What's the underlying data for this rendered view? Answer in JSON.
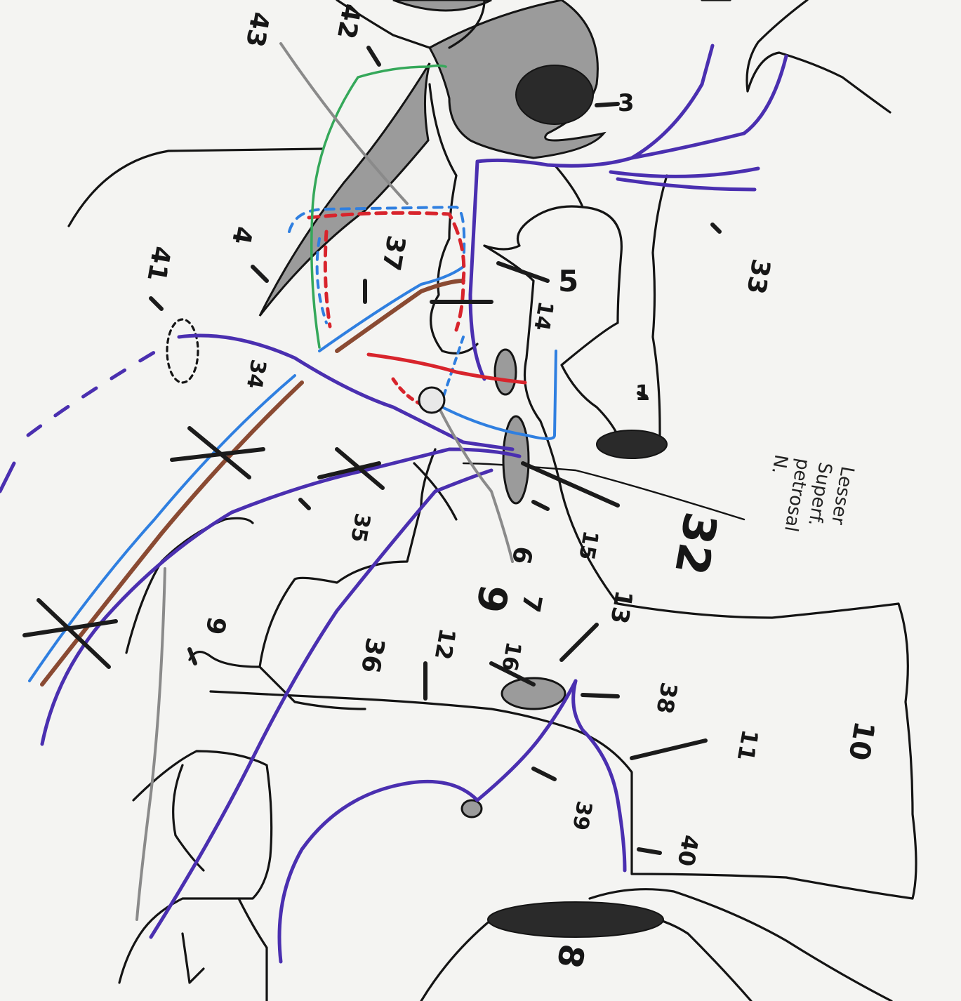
{
  "labels": {
    "n42": "42",
    "n43": "43",
    "n3": "3",
    "n4": "4",
    "n41": "41",
    "n34": "34",
    "n37": "37",
    "n5": "5",
    "n14": "14",
    "n33": "33",
    "n1": "1",
    "n35": "35",
    "n15": "15",
    "n32": "32",
    "n6": "6",
    "n9": "9",
    "n36": "36",
    "n12": "12",
    "n16": "16",
    "n13": "13",
    "n38": "38",
    "n10": "10",
    "n11": "11",
    "n39": "39",
    "n40": "40",
    "n8": "8",
    "n7": "7",
    "annot_line1": "Lesser",
    "annot_line2": "Superf.",
    "annot_line3": "petrosal",
    "annot_line4": "N."
  },
  "colors": {
    "outline": "#141414",
    "purple_nerve": "#4a2fb0",
    "blue_nerve": "#2f7fe0",
    "brown_vessel": "#8a4a32",
    "red_vessel": "#d8242c",
    "green_nerve": "#35a85a",
    "shaded_bone": "#9b9b9b"
  }
}
